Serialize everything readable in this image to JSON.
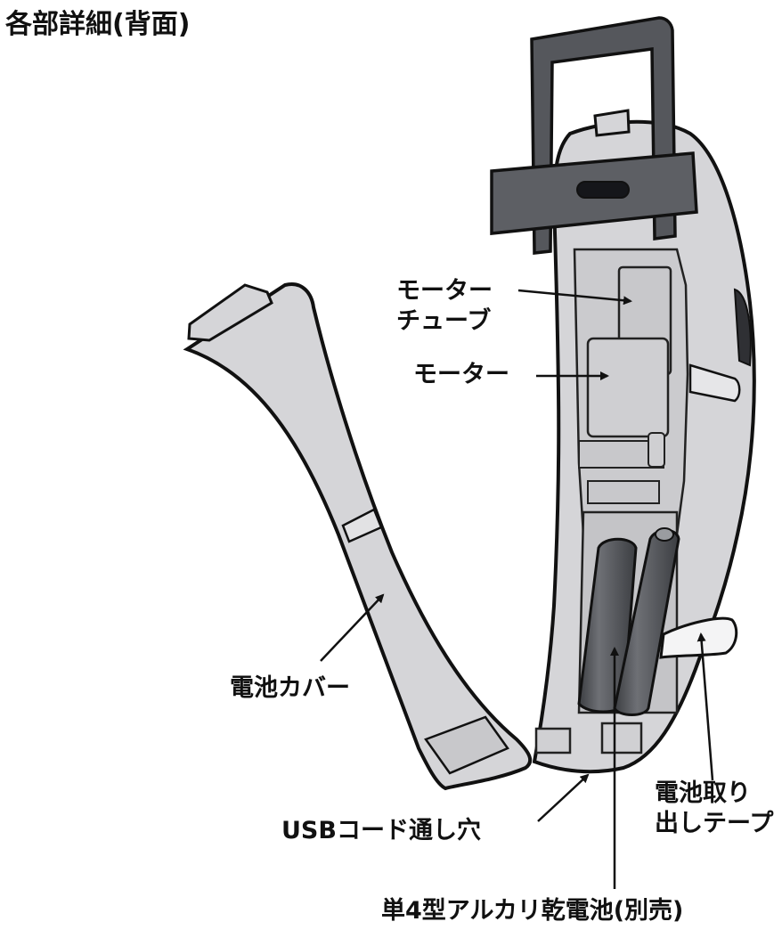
{
  "title": "各部詳細(背面)",
  "labels": {
    "motor_tube": [
      "モーター",
      "チューブ"
    ],
    "motor": "モーター",
    "battery_cover": "電池カバー",
    "usb_hole": "USBコード通し穴",
    "pull_tape": [
      "電池取り",
      "出しテープ"
    ],
    "batteries": "単4型アルカリ乾電池(別売)"
  },
  "colors": {
    "body_fill": "#d5d5d8",
    "dark_part": "#55575c",
    "outline": "#111111",
    "battery": "#5a5c61"
  }
}
